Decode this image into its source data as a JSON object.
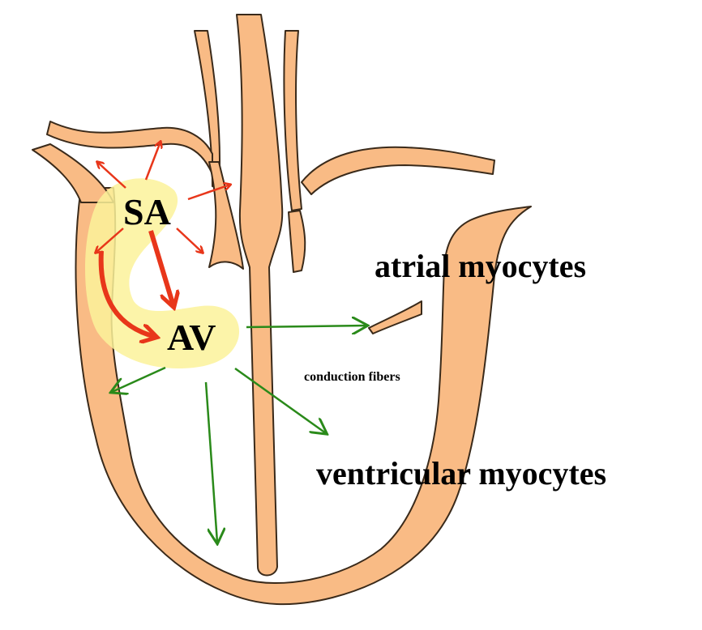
{
  "labels": {
    "sa": "SA",
    "av": "AV",
    "atrial": "atrial myocytes",
    "conduction": "conduction fibers",
    "ventricular": "ventricular myocytes"
  },
  "colors": {
    "heart_wall": "#f9bb85",
    "outline": "#3a2a1a",
    "node_highlight": "#fbf29a",
    "sa_arrows": "#e8361a",
    "av_arrows": "#2a8a1a"
  },
  "icons": {
    "sa_arrow": "red-arrow",
    "av_arrow": "green-arrow"
  }
}
